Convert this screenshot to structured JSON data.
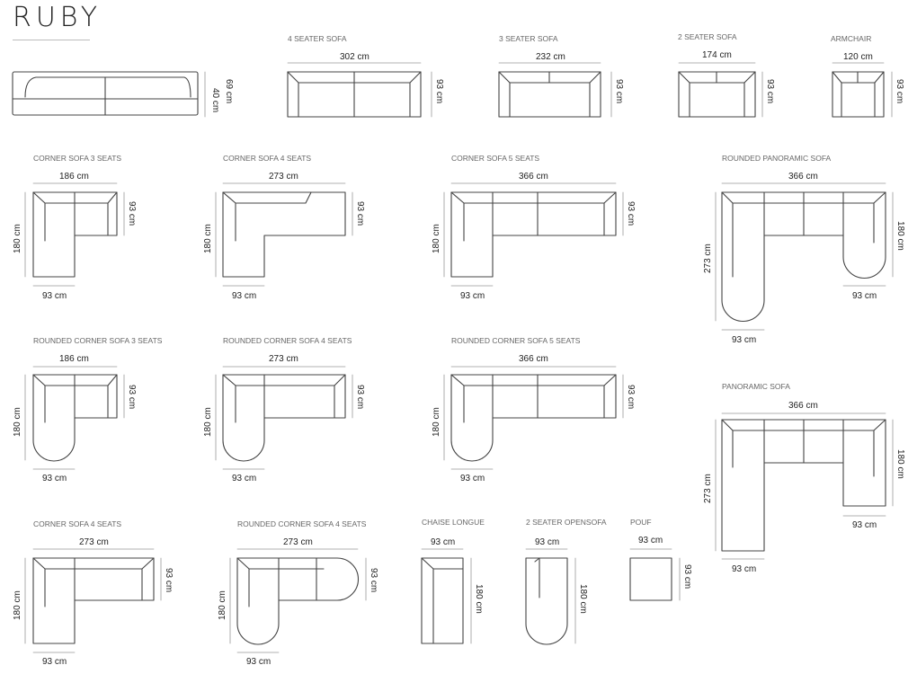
{
  "brand": "RUBY",
  "models": {
    "seater4": {
      "label": "4 SEATER SOFA",
      "width": "302 cm",
      "depth": "93 cm"
    },
    "seater3": {
      "label": "3 SEATER SOFA",
      "width": "232 cm",
      "depth": "93 cm"
    },
    "seater2": {
      "label": "2 SEATER SOFA",
      "width": "174 cm",
      "depth": "93 cm"
    },
    "armchair": {
      "label": "ARMCHAIR",
      "width": "120 cm",
      "depth": "93 cm"
    },
    "front": {
      "height": "69 cm",
      "seat_height": "40 cm"
    },
    "corner3": {
      "label": "CORNER SOFA 3 SEATS",
      "width": "186 cm",
      "length": "180 cm",
      "depth": "93 cm",
      "depth2": "93 cm"
    },
    "corner4": {
      "label": "CORNER SOFA 4 SEATS",
      "width": "273 cm",
      "length": "180 cm",
      "depth": "93 cm",
      "depth2": "93 cm"
    },
    "corner5": {
      "label": "CORNER SOFA 5 SEATS",
      "width": "366 cm",
      "length": "180 cm",
      "depth": "93 cm",
      "depth2": "93 cm"
    },
    "rpanoramic": {
      "label": "ROUNDED PANORAMIC SOFA",
      "width": "366 cm",
      "length": "273 cm",
      "length2": "180 cm",
      "depth": "93 cm",
      "depth2": "93 cm"
    },
    "rcorner3": {
      "label": "ROUNDED CORNER SOFA 3 SEATS",
      "width": "186 cm",
      "length": "180 cm",
      "depth": "93 cm",
      "depth2": "93 cm"
    },
    "rcorner4": {
      "label": "ROUNDED CORNER SOFA 4 SEATS",
      "width": "273 cm",
      "length": "180 cm",
      "depth": "93 cm",
      "depth2": "93 cm"
    },
    "rcorner5": {
      "label": "ROUNDED CORNER SOFA 5 SEATS",
      "width": "366 cm",
      "length": "180 cm",
      "depth": "93 cm",
      "depth2": "93 cm"
    },
    "panoramic": {
      "label": "PANORAMIC SOFA",
      "width": "366 cm",
      "length": "273 cm",
      "length2": "180 cm",
      "depth": "93 cm",
      "depth2": "93 cm"
    },
    "corner4b": {
      "label": "CORNER SOFA 4 SEATS",
      "width": "273 cm",
      "length": "180 cm",
      "depth": "93 cm",
      "depth2": "93 cm"
    },
    "rcorner4b": {
      "label": "ROUNDED CORNER SOFA 4 SEATS",
      "width": "273 cm",
      "length": "180 cm",
      "depth": "93 cm",
      "depth2": "93 cm"
    },
    "chaise": {
      "label": "CHAISE LONGUE",
      "width": "93 cm",
      "length": "180 cm"
    },
    "open2": {
      "label": "2 SEATER OPENSOFA",
      "width": "93 cm",
      "length": "180 cm"
    },
    "pouf": {
      "label": "POUF",
      "width": "93 cm",
      "depth": "93 cm"
    }
  }
}
